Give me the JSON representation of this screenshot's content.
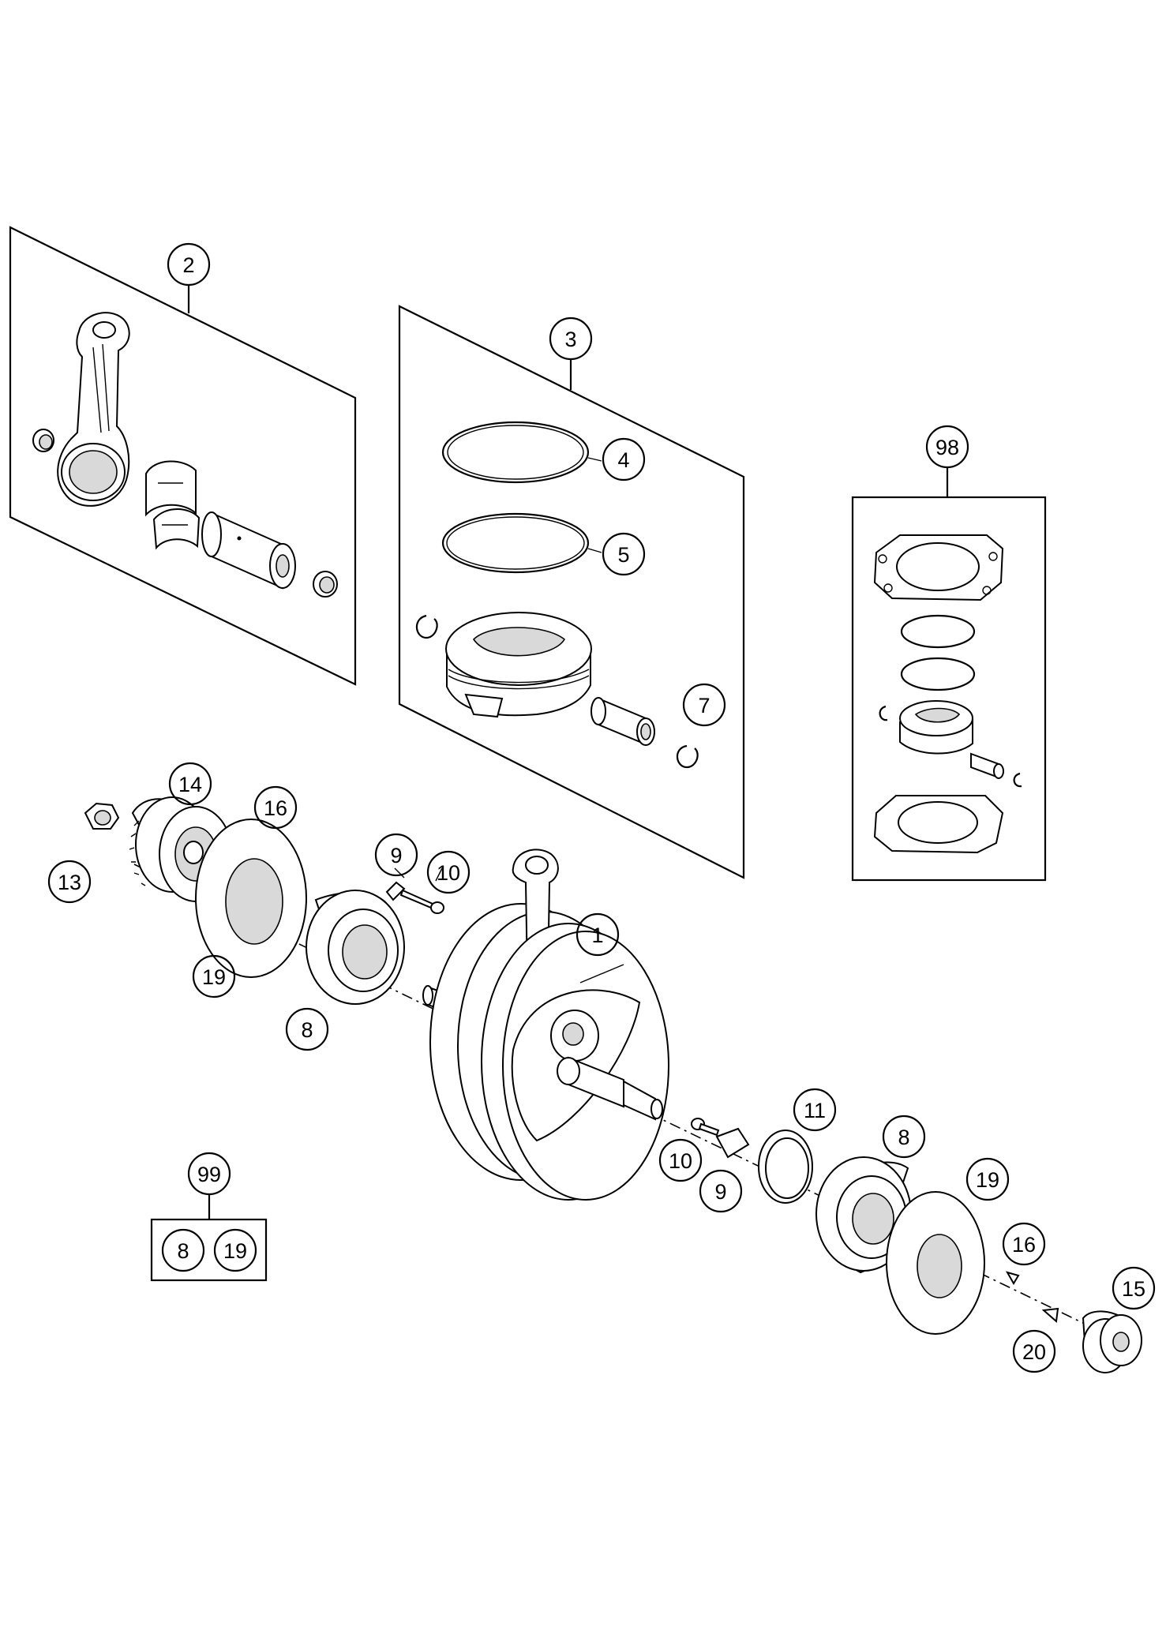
{
  "callouts": {
    "c1": "1",
    "c2": "2",
    "c3": "3",
    "c4": "4",
    "c5": "5",
    "c7": "7",
    "c8a": "8",
    "c8b": "8",
    "c9a": "9",
    "c9b": "9",
    "c10a": "10",
    "c10b": "10",
    "c11": "11",
    "c13": "13",
    "c14": "14",
    "c15": "15",
    "c16a": "16",
    "c16b": "16",
    "c19a": "19",
    "c19b": "19",
    "c20": "20",
    "c98": "98",
    "c99": "99",
    "kit99_a": "8",
    "kit99_b": "19"
  }
}
